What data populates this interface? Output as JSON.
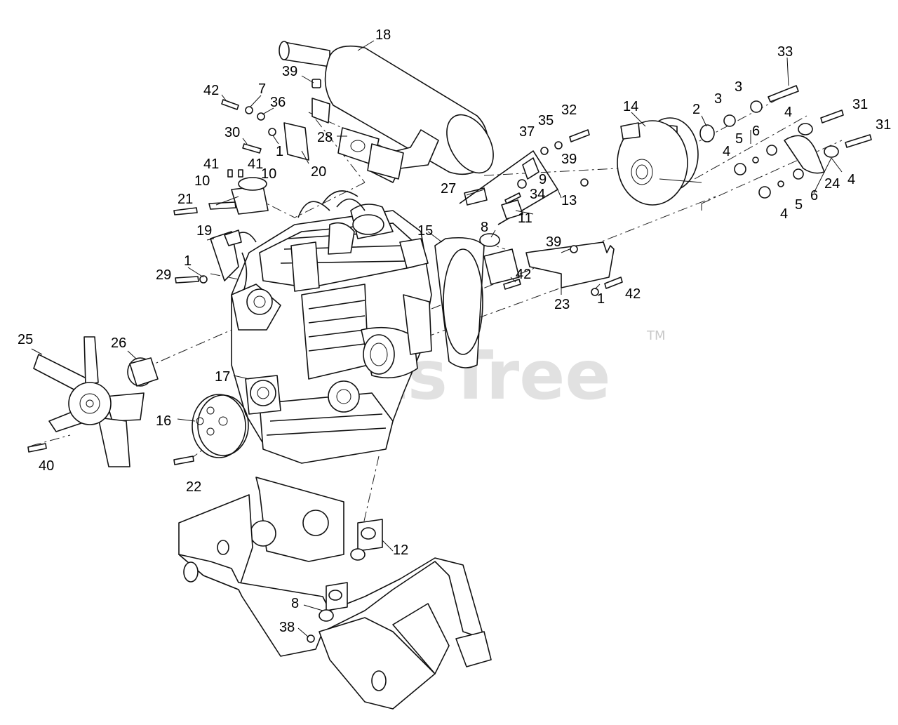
{
  "watermark": {
    "brand": "PartsTree",
    "mark": "TM"
  },
  "callouts": {
    "c18": "18",
    "c39a": "39",
    "c42a": "42",
    "c7": "7",
    "c36": "36",
    "c30": "30",
    "c1a": "1",
    "c28": "28",
    "c20": "20",
    "c41a": "41",
    "c41b": "41",
    "c10a": "10",
    "c10b": "10",
    "c21": "21",
    "c19": "19",
    "c29": "29",
    "c1b": "1",
    "c25": "25",
    "c26": "26",
    "c17": "17",
    "c16": "16",
    "c40": "40",
    "c22": "22",
    "c33": "33",
    "c3a": "3",
    "c3b": "3",
    "c2": "2",
    "c14": "14",
    "c31a": "31",
    "c31b": "31",
    "c4a": "4",
    "c4b": "4",
    "c4c": "4",
    "c4d": "4",
    "c5a": "5",
    "c5b": "5",
    "c6a": "6",
    "c6b": "6",
    "c24": "24",
    "c32": "32",
    "c35": "35",
    "c37": "37",
    "c39b": "39",
    "c9": "9",
    "c34": "34",
    "c27": "27",
    "c13": "13",
    "c11": "11",
    "c8a": "8",
    "c15": "15",
    "c39c": "39",
    "c42b": "42",
    "c42c": "42",
    "c23": "23",
    "c1c": "1",
    "c12": "12",
    "c8b": "8",
    "c38": "38"
  }
}
